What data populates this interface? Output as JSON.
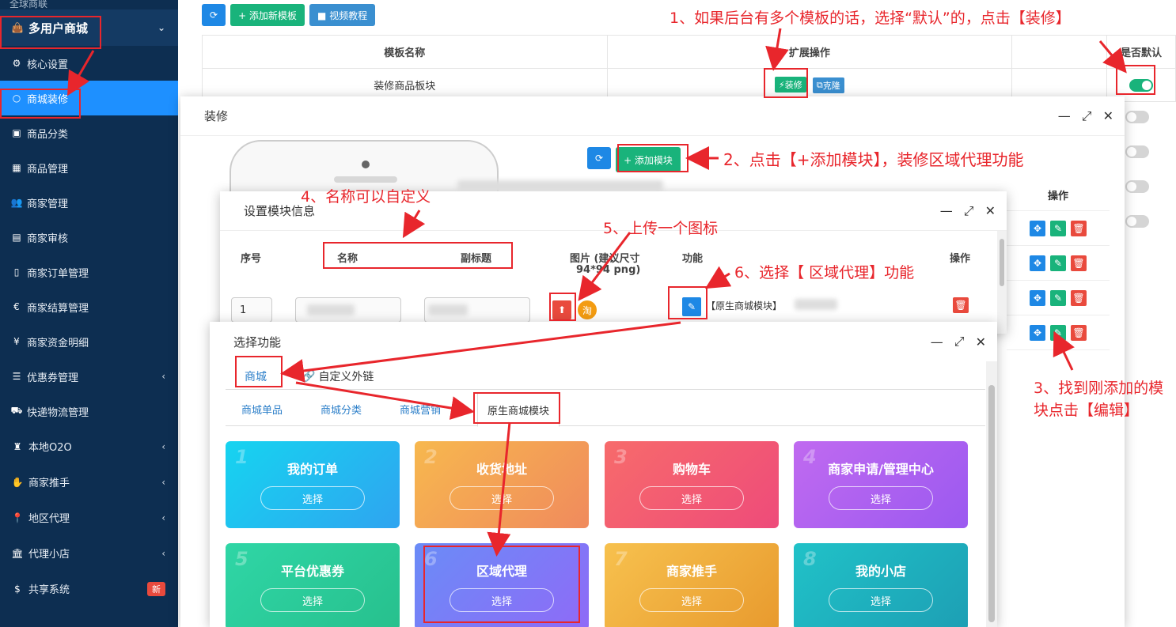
{
  "sidebar": {
    "top_cut": "全球商联",
    "group": "多用户商城",
    "items": [
      {
        "label": "核心设置",
        "icon": "gears-icon",
        "glyph": "⚙"
      },
      {
        "label": "商城装修",
        "icon": "circle-icon",
        "glyph": "○"
      },
      {
        "label": "商品分类",
        "icon": "cubes-icon",
        "glyph": "▣"
      },
      {
        "label": "商品管理",
        "icon": "barcode-icon",
        "glyph": "▦"
      },
      {
        "label": "商家管理",
        "icon": "users-icon",
        "glyph": "👥"
      },
      {
        "label": "商家审核",
        "icon": "id-card-icon",
        "glyph": "▤"
      },
      {
        "label": "商家订单管理",
        "icon": "file-icon",
        "glyph": "▯"
      },
      {
        "label": "商家结算管理",
        "icon": "euro-icon",
        "glyph": "€"
      },
      {
        "label": "商家资金明细",
        "icon": "yen-icon",
        "glyph": "¥"
      },
      {
        "label": "优惠券管理",
        "icon": "list-icon",
        "glyph": "☰"
      },
      {
        "label": "快递物流管理",
        "icon": "truck-icon",
        "glyph": "⛟"
      }
    ],
    "sections": [
      {
        "label": "本地O2O",
        "icon": "tie-icon",
        "glyph": "♜"
      },
      {
        "label": "商家推手",
        "icon": "hand-icon",
        "glyph": "✋"
      },
      {
        "label": "地区代理",
        "icon": "pin-icon",
        "glyph": "📍"
      },
      {
        "label": "代理小店",
        "icon": "bank-icon",
        "glyph": "🏛"
      },
      {
        "label": "共享系统",
        "icon": "dollar-icon",
        "glyph": "$",
        "badge": "新"
      }
    ]
  },
  "main": {
    "toolbar": {
      "refresh": "⟳",
      "add_template": "+ 添加新模板",
      "video": "■ 视频教程"
    },
    "table": {
      "headers": [
        "模板名称",
        "扩展操作",
        "",
        "是否默认"
      ],
      "row": {
        "name": "装修商品板块",
        "decorate": "装修",
        "clone": "克隆"
      }
    }
  },
  "modal_decor": {
    "title": "装修",
    "add_module": "+ 添加模块",
    "op_header": "操作"
  },
  "modal_settings": {
    "title": "设置模块信息",
    "cols": {
      "index": "序号",
      "name": "名称",
      "subtitle": "副标题",
      "image": "图片 (建议尺寸",
      "image2": "94*94 png)",
      "function": "功能",
      "op": "操作"
    },
    "row": {
      "index": "1",
      "function_value": "【原生商城模块】"
    }
  },
  "modal_func": {
    "title": "选择功能",
    "tabs": [
      "商城",
      "自定义外链"
    ],
    "subtabs": [
      "商城单品",
      "商城分类",
      "商城营销",
      "原生商城模块"
    ],
    "select_label": "选择",
    "cards": [
      {
        "num": "1",
        "title": "我的订单"
      },
      {
        "num": "2",
        "title": "收货地址"
      },
      {
        "num": "3",
        "title": "购物车"
      },
      {
        "num": "4",
        "title": "商家申请/管理中心"
      },
      {
        "num": "5",
        "title": "平台优惠券"
      },
      {
        "num": "6",
        "title": "区域代理"
      },
      {
        "num": "7",
        "title": "商家推手"
      },
      {
        "num": "8",
        "title": "我的小店"
      }
    ]
  },
  "annotations": {
    "a1": "1、如果后台有多个模板的话，选择“默认”的，点击【装修】",
    "a2": "2、点击【+添加模块】，装修区域代理功能",
    "a3_line1": "3、找到刚添加的模",
    "a3_line2": "块点击【编辑】",
    "a4": "4、名称可以自定义",
    "a5": "5、上传一个图标",
    "a6": "6、选择【 区域代理】功能"
  },
  "colors": {
    "sidebar_bg": "#0d2e51",
    "active_blue": "#1e90ff",
    "annotation_red": "#e8262c",
    "success_green": "#19b37b"
  }
}
